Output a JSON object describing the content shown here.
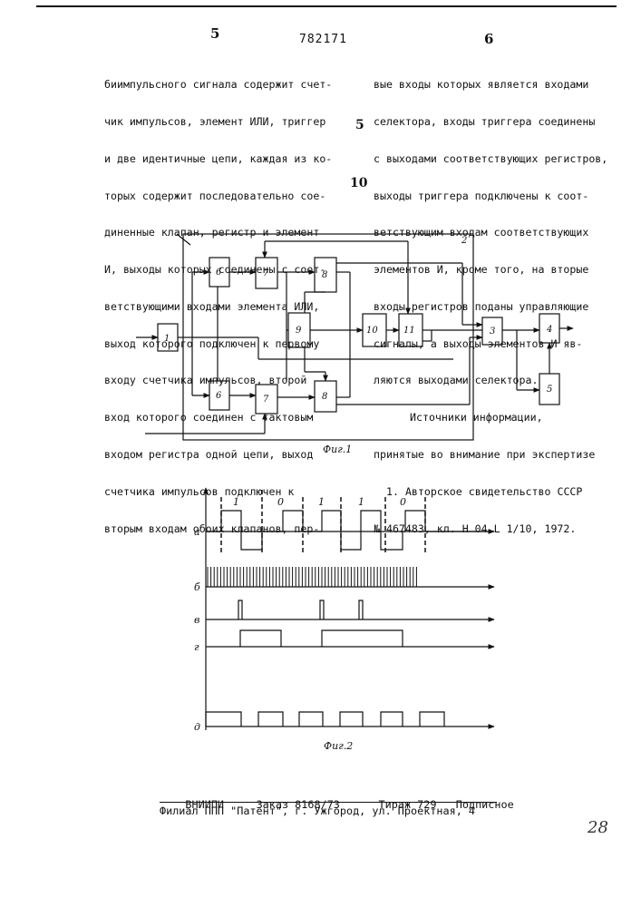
{
  "header": {
    "page_left": "5",
    "doc_number": "782171",
    "page_right": "6"
  },
  "left_column": {
    "lines": [
      "биимпульсного сигнала содержит счет-",
      "чик импульсов, элемент ИЛИ, триггер",
      "и две идентичные цепи, каждая из ко-",
      "торых содержит последовательно сое-",
      "диненные клапан, регистр и элемент",
      "И, выходы которых соединены с соот-",
      "ветствующими входами элемента ИЛИ,",
      "выход которого подключен к первому",
      "входу счетчика импульсов, второй",
      "вход которого соединен с тактовым",
      "входом регистра одной цепи, выход",
      "счетчика импульсов подключен к",
      "вторым входам обоих клапанов, пер-"
    ]
  },
  "right_column": {
    "lines": [
      "вые входы которых является входами",
      "селектора, входы триггера соединены",
      "с выходами соответствующих регистров,",
      "выходы триггера подключены к соот-",
      "ветствующим входам соответствующих",
      "элементов И, кроме того, на вторые",
      "входы регистров поданы управляющие",
      "сигналы, а выходы элементов И яв-",
      "ляются выходами селектора."
    ],
    "sources_heading": "Источники информации,",
    "sources_subheading": "принятые во внимание при экспертизе",
    "reference_line1": "1. Авторское свидетельство СССР",
    "reference_line2": "№ 467483, кл. Н 04 L 1/10, 1972."
  },
  "margin_numbers": {
    "five": "5",
    "ten": "10"
  },
  "figure1": {
    "caption": "Фиг.1",
    "enclosure_label": "2",
    "blocks": {
      "b1": "1",
      "b3": "3",
      "b4": "4",
      "b5": "5",
      "b6_top": "6",
      "b6_bottom": "6",
      "b7_top": "7",
      "b7_bottom": "7",
      "b8_top": "8",
      "b8_bottom": "8",
      "b9": "9",
      "b10": "10",
      "b11": "11"
    }
  },
  "figure2": {
    "caption": "Фиг.2",
    "row_labels": {
      "a": "а",
      "b": "б",
      "v": "в",
      "g": "г",
      "d": "д"
    },
    "bit_labels": [
      "1",
      "0",
      "1",
      "1",
      "0"
    ]
  },
  "footer": {
    "line1": {
      "org": "ВНИИПИ",
      "order": "Заказ 8168/73",
      "print_run": "Тираж 729",
      "type": "Подписное"
    },
    "line2": "Филиал ППП \"Патент\", г. Ужгород, ул. Проектная, 4",
    "handwritten": "28"
  }
}
